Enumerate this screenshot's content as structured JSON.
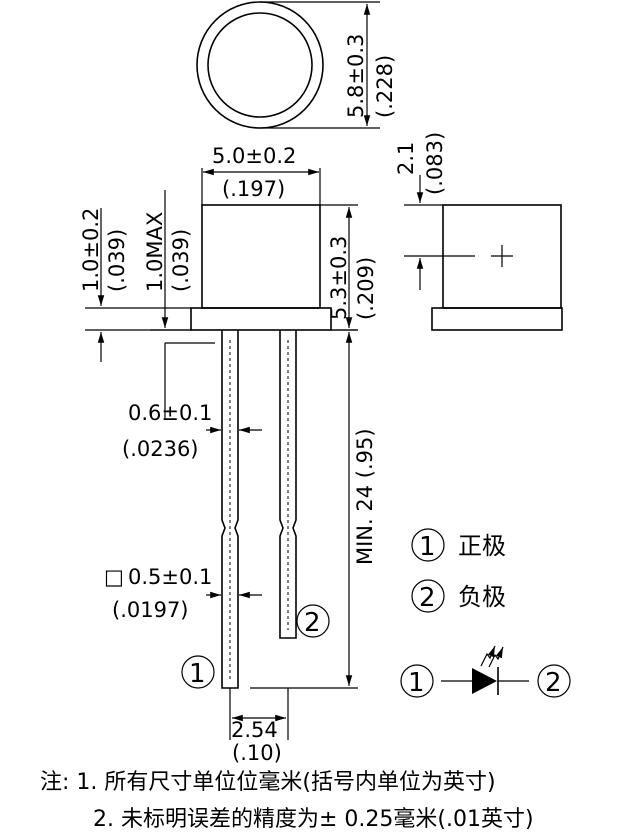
{
  "dimensions": {
    "diameter_mm": "5.8±0.3",
    "diameter_in": "(.228)",
    "cap_width_mm": "5.0±0.2",
    "cap_width_in": "(.197)",
    "body_height_mm": "5.3±0.3",
    "body_height_in": "(.209)",
    "offset_mm": "2.1",
    "offset_in": "(.083)",
    "flange_mm": "1.0±0.2",
    "flange_in": "(.039)",
    "flange_max_mm": "1.0MAX",
    "flange_max_in": "(.039)",
    "lead_dia_mm": "0.6±0.1",
    "lead_dia_in": "(.0236)",
    "lead_sq_mm": "0.5±0.1",
    "lead_sq_in": "(.0197)",
    "lead_sq_symbol": "□",
    "lead_len": "MIN. 24 (.95)",
    "pitch_mm": "2.54",
    "pitch_in": "(.10)"
  },
  "pins": {
    "pin1": "1",
    "pin2": "2"
  },
  "legend": {
    "anode_num": "1",
    "anode_label": "正极",
    "cathode_num": "2",
    "cathode_label": "负极"
  },
  "notes": {
    "note1": "注: 1. 所有尺寸单位位毫米(括号内单位为英寸)",
    "note2": "2. 未标明误差的精度为± 0.25毫米(.01英寸)"
  }
}
